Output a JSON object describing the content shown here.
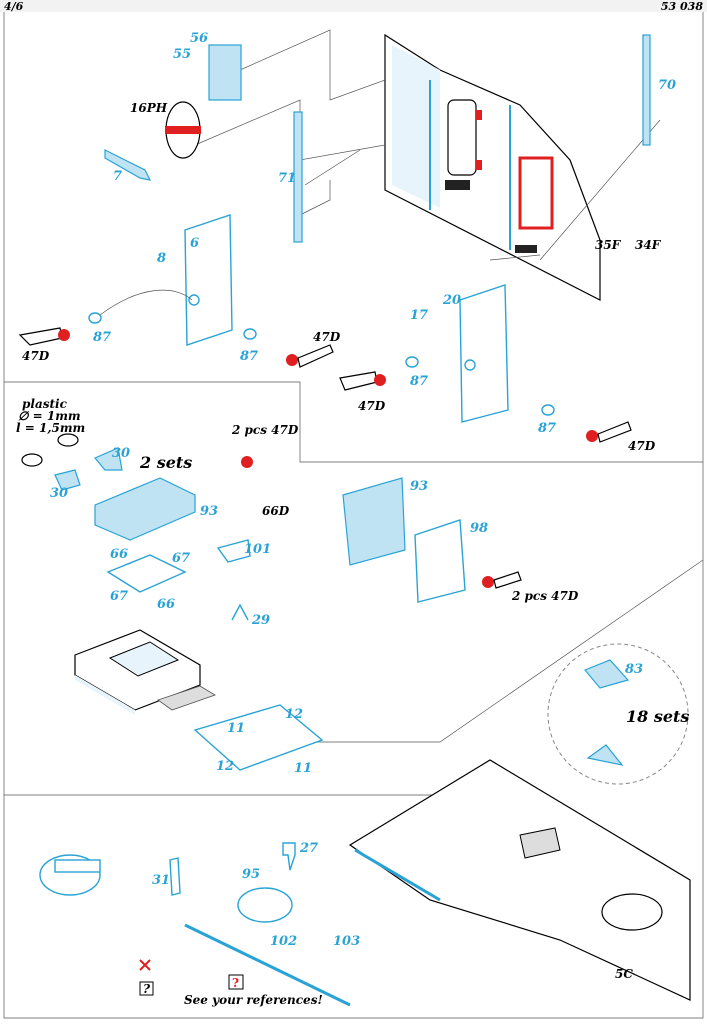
{
  "header": {
    "page": "4/6",
    "code": "53 038"
  },
  "labels": {
    "p56": "56",
    "p55": "55",
    "p16ph": "16PH",
    "p7": "7",
    "p71": "71",
    "p70": "70",
    "p6": "6",
    "p8": "8",
    "p47d_a": "47D",
    "p87_a": "87",
    "p87_b": "87",
    "p47d_b": "47D",
    "p35f": "35F",
    "p34f": "34F",
    "p20": "20",
    "p17": "17",
    "p47d_c": "47D",
    "p87_c": "87",
    "p87_d": "87",
    "p47d_d": "47D",
    "plastic": "plastic",
    "dia": "∅ = 1mm",
    "len": "l = 1,5mm",
    "p30_a": "30",
    "p30_b": "30",
    "two_sets": "2 sets",
    "two_pcs_47d_a": "2 pcs 47D",
    "p93_a": "93",
    "p66d": "66D",
    "p101": "101",
    "p66_a": "66",
    "p67_a": "67",
    "p67_b": "67",
    "p66_b": "66",
    "p29": "29",
    "p12_a": "12",
    "p11_a": "11",
    "p12_b": "12",
    "p11_b": "11",
    "p93_b": "93",
    "p98": "98",
    "two_pcs_47d_b": "2 pcs 47D",
    "p83": "83",
    "eighteen_sets": "18 sets",
    "p27": "27",
    "p31": "31",
    "p95": "95",
    "p102": "102",
    "p103": "103",
    "p5c": "5C",
    "see_refs": "See your references!",
    "q1": "?",
    "q2": "?"
  },
  "colors": {
    "etch_blue": "#29a3d6",
    "etch_fill": "#bfe3f3",
    "paint_red": "#e02020"
  },
  "icons": [
    "bend-icon",
    "fold-icon",
    "photo-etch-icon",
    "paint-icon",
    "scissors-icon",
    "question-icon"
  ]
}
